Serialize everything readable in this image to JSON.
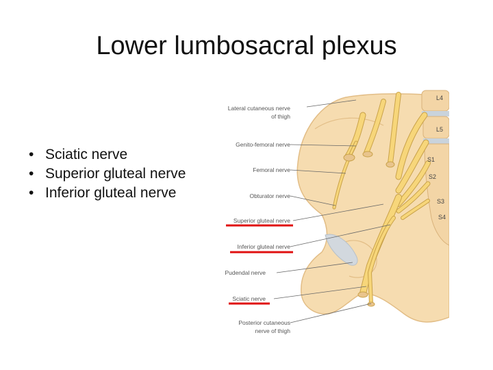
{
  "title": "Lower lumbosacral plexus",
  "bullets": [
    "Sciatic nerve",
    "Superior gluteal nerve",
    "Inferior gluteal nerve"
  ],
  "figure": {
    "labels": {
      "lateral_cutaneous_1": "Lateral cutaneous nerve",
      "lateral_cutaneous_2": "of thigh",
      "genito_femoral": "Genito-femoral nerve",
      "femoral": "Femoral nerve",
      "obturator": "Obturator nerve",
      "superior_gluteal": "Superior gluteal nerve",
      "inferior_gluteal": "Inferior gluteal nerve",
      "pudendal": "Pudendal nerve",
      "sciatic": "Sciatic nerve",
      "posterior_cutaneous_1": "Posterior cutaneous",
      "posterior_cutaneous_2": "nerve of thigh"
    },
    "segments": {
      "l4": "L4",
      "l5": "L5",
      "s1": "S1",
      "s2": "S2",
      "s3": "S3",
      "s4": "S4"
    },
    "colors": {
      "underline": "#e01010",
      "bone": "#f6dcb0",
      "bone_dark": "#e9c48c",
      "nerve": "#f7d67a",
      "nerve_edge": "#c9a24a",
      "disc": "#c9d3dc"
    },
    "underlined": [
      "superior_gluteal",
      "inferior_gluteal",
      "sciatic"
    ]
  }
}
